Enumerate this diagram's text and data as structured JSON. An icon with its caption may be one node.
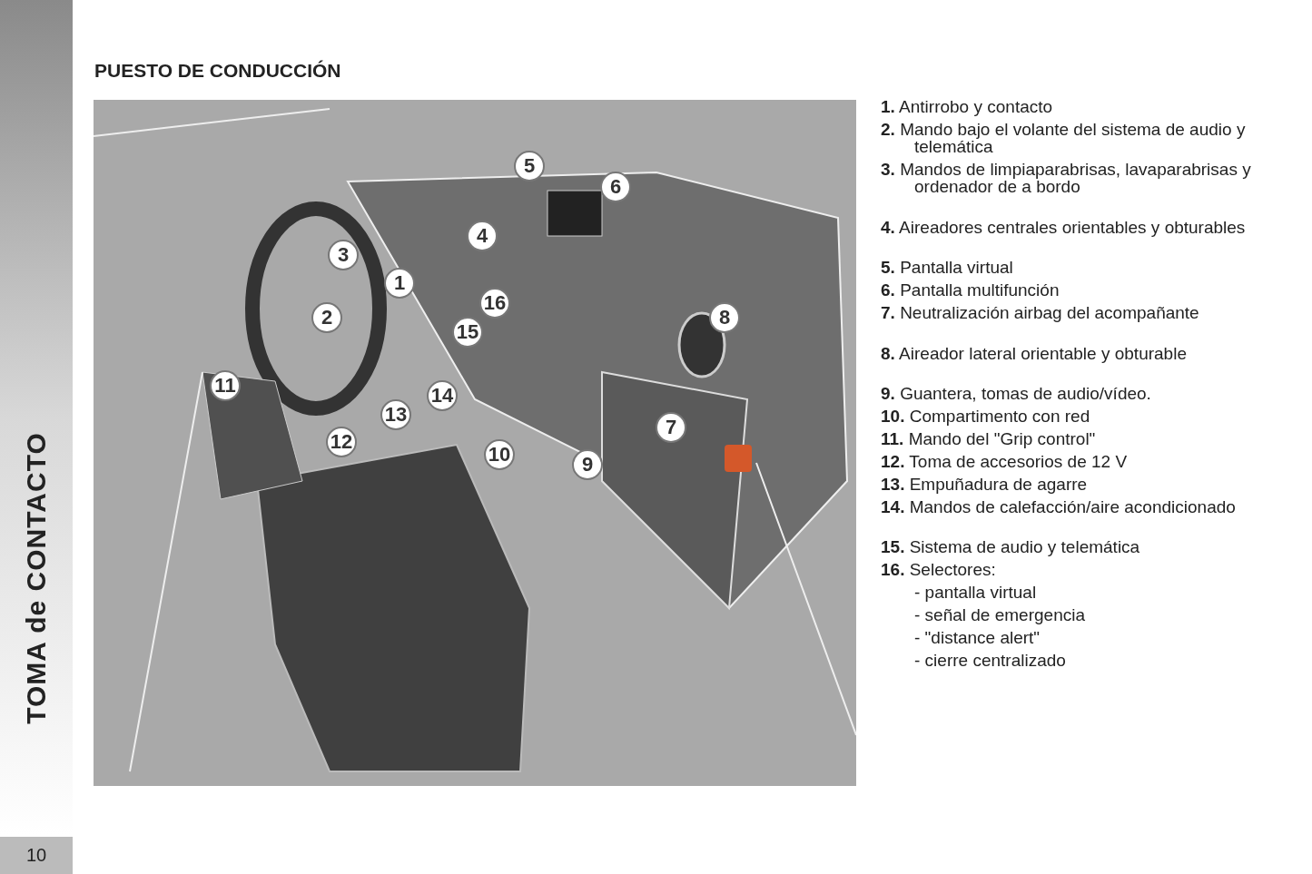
{
  "diagram": {
    "title": "PUESTO DE CONDUCCIÓN",
    "labels": [
      "TOMA de CONTACTO",
      "1",
      "2",
      "3",
      "4",
      "5",
      "6",
      "7",
      "8",
      "9",
      "10",
      "11",
      "12",
      "13",
      "14",
      "15",
      "16",
      "**1.** Antirrobo y contacto",
      "**2.** Mando bajo el volante del sistema de audio y telemática",
      "**3.** Mandos de limpiaparabrisas, lavaparabrisas y ordenador de a bordo",
      "**4.** Aireadores centrales orientables y obturables",
      "**5.** Pantalla virtual",
      "**6.** Pantalla multifunción",
      "**7.** Neutralización airbag del acompañante",
      "**8.** Aireador lateral orientable y obturable",
      "**9.** Guantera, tomas de audio/vídeo.",
      "**10.** Compartimento con red",
      "**11.** Mando del \"Grip control\"",
      "**12.** Toma de accesorios de 12 V",
      "**13.** Empuñadura de agarre",
      "**14.** Mandos de calefacción/aire acondicionado",
      "**15.** Sistema de audio y telemática",
      "**16.** Selectores:",
      "- pantalla virtual",
      "- señal de emergencia",
      "- \"distance alert\"",
      "- cierre centralizado",
      "10"
    ]
  }
}
